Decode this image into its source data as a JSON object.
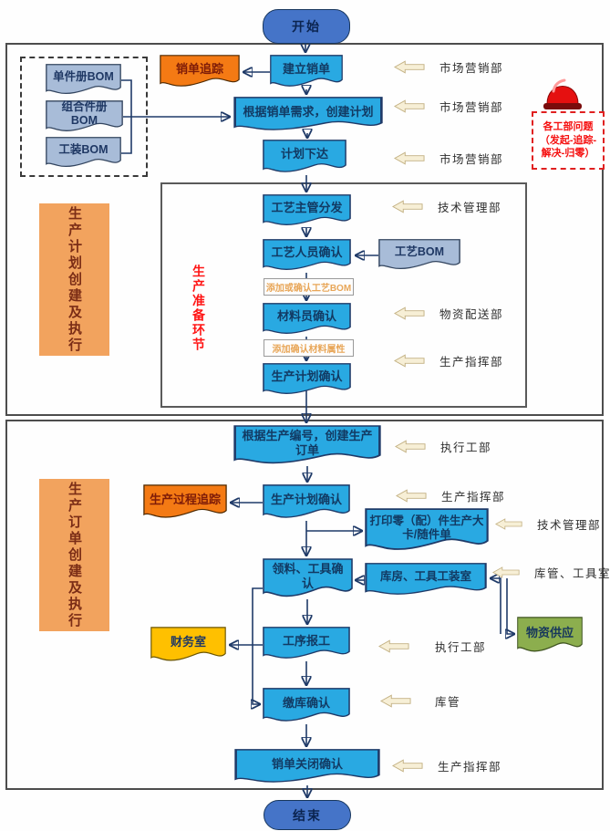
{
  "colors": {
    "flow_doc": "#29a9e2",
    "ref_doc": "#a8bcd8",
    "track_doc": "#f47a14",
    "finance_doc": "#ffc000",
    "supply_doc": "#8cae4e",
    "phase_band": "#f2a35e",
    "terminal": "#4574c8",
    "alert_red": "#e51010",
    "dept_arrow_fill": "#f7efd6",
    "connector": "#1f3a68"
  },
  "terminals": {
    "start": "开始",
    "end": "结束"
  },
  "bands": {
    "plan": "生产计划创建及执行",
    "order": "生产订单创建及执行"
  },
  "prep_label": "生产准备环节",
  "alert": {
    "lines": [
      "各工部问题",
      "（发起-追踪-",
      "解决-归零）"
    ]
  },
  "bom_refs": [
    "单件册BOM",
    "组合件册BOM",
    "工装BOM"
  ],
  "nodes": {
    "create_sale": "建立销单",
    "create_plan": "根据销单需求，创建计划",
    "plan_release": "计划下达",
    "craft_dispatch": "工艺主管分发",
    "craft_confirm": "工艺人员确认",
    "craft_bom": "工艺BOM",
    "material_confirm": "材料员确认",
    "plan_confirm": "生产计划确认",
    "create_order": "根据生产编号，创建生产订单",
    "plan_confirm2": "生产计划确认",
    "print_card": "打印零（配）件生产大卡/随件单",
    "pick_confirm": "领料、工具确认",
    "warehouse_room": "库房、工具工装室",
    "process_report": "工序报工",
    "storage_confirm": "缴库确认",
    "sale_close": "销单关闭确认"
  },
  "side_docs": {
    "sale_track": "销单追踪",
    "process_track": "生产过程追踪",
    "finance": "财务室",
    "supply": "物资供应"
  },
  "notes": [
    "添加或确认工艺BOM",
    "添加确认材料属性"
  ],
  "departments": [
    "市场营销部",
    "市场营销部",
    "市场营销部",
    "技术管理部",
    "物资配送部",
    "生产指挥部",
    "执行工部",
    "生产指挥部",
    "技术管理部",
    "库管、工具室",
    "执行工部",
    "库管",
    "生产指挥部"
  ]
}
